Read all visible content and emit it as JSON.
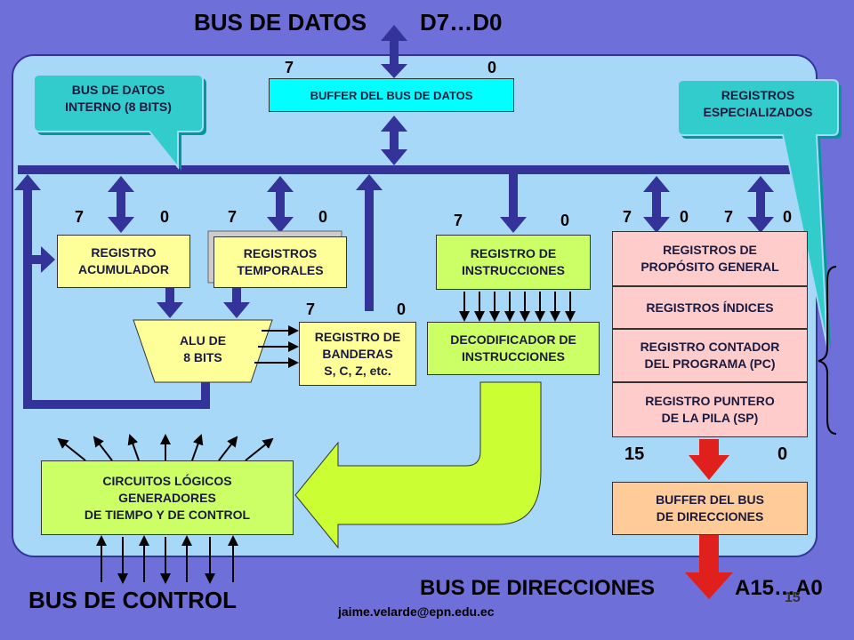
{
  "header": {
    "bus_datos": "BUS DE DATOS",
    "bus_datos_range": "D7…D0"
  },
  "buffer_datos": {
    "label": "BUFFER DEL BUS DE DATOS",
    "bit_high": "7",
    "bit_low": "0"
  },
  "callout_left": {
    "label": "BUS DE DATOS\nINTERNO (8 BITS)"
  },
  "callout_right": {
    "label": "REGISTROS\nESPECIALIZADOS"
  },
  "acumulador": {
    "label": "REGISTRO\nACUMULADOR",
    "bit_high": "7",
    "bit_low": "0"
  },
  "temporales": {
    "label": "REGISTROS\nTEMPORALES",
    "bit_high": "7",
    "bit_low": "0"
  },
  "instrucciones": {
    "label": "REGISTRO DE\nINSTRUCCIONES",
    "bit_high": "7",
    "bit_low": "0"
  },
  "alu": {
    "label": "ALU DE\n8 BITS"
  },
  "banderas": {
    "label": "REGISTRO DE\nBANDERAS\nS, C, Z, etc.",
    "bit_high": "7",
    "bit_low": "0"
  },
  "decodificador": {
    "label": "DECODIFICADOR DE\nINSTRUCCIONES"
  },
  "registros_esp": {
    "bits": [
      "7",
      "0",
      "7",
      "0"
    ],
    "items": [
      "REGISTROS DE\nPROPÓSITO GENERAL",
      "REGISTROS ÍNDICES",
      "REGISTRO CONTADOR\nDEL PROGRAMA (PC)",
      "REGISTRO PUNTERO\nDE LA PILA (SP)"
    ],
    "bit_high": "15",
    "bit_low": "0"
  },
  "buffer_dir": {
    "label": "BUFFER DEL BUS\nDE DIRECCIONES"
  },
  "circuitos": {
    "label": "CIRCUITOS LÓGICOS\nGENERADORES\nDE TIEMPO Y DE CONTROL"
  },
  "footer": {
    "bus_control": "BUS DE CONTROL",
    "bus_direcciones": "BUS DE DIRECCIONES",
    "bus_direcciones_range": "A15…A0",
    "email": "jaime.velarde@epn.edu.ec",
    "page": "15"
  },
  "colors": {
    "background": "#6f6fd9",
    "panel": "#a8d8f8",
    "bus": "#33339a",
    "red": "#e0201c",
    "green_arrow": "#ccff33"
  }
}
